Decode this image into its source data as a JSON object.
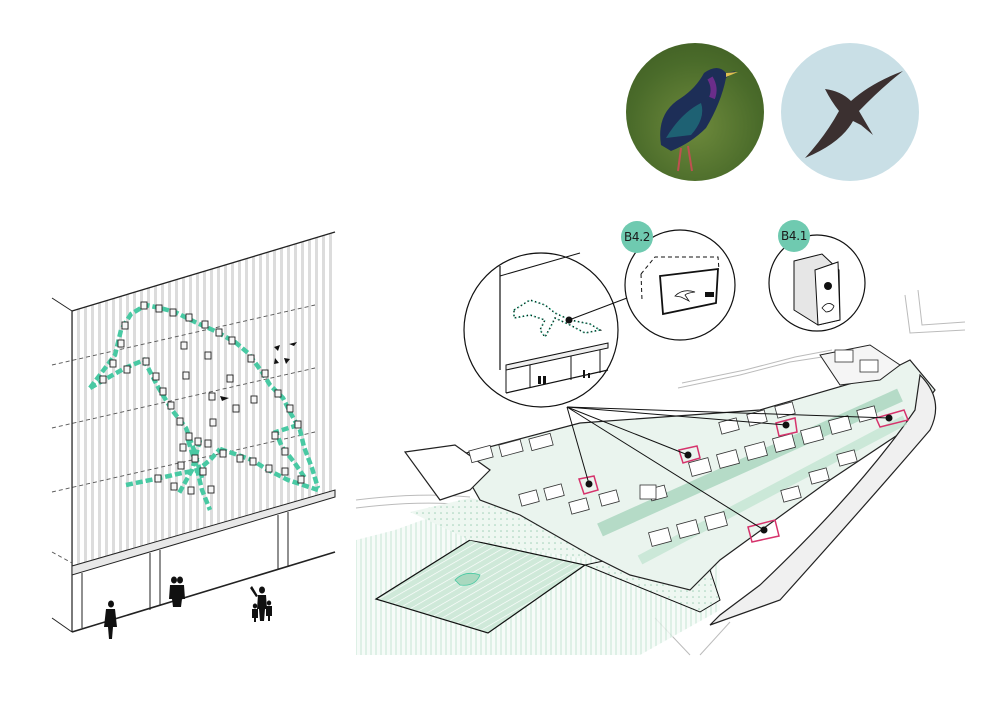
{
  "species_photos": [
    {
      "id": "starling",
      "subject": "starling-photo"
    },
    {
      "id": "swift",
      "subject": "swift-photo"
    }
  ],
  "callouts": [
    {
      "code": "B4.2",
      "icon": "swift-nest-box-integrated-icon"
    },
    {
      "code": "B4.1",
      "icon": "starling-nest-box-icon"
    }
  ],
  "colors": {
    "accent_green": "#6fcab0",
    "marker_pink": "#d6336c",
    "park_green": "#cfe9d9",
    "swift_bg": "#c9dfe6",
    "line": "#1a1a1a"
  }
}
